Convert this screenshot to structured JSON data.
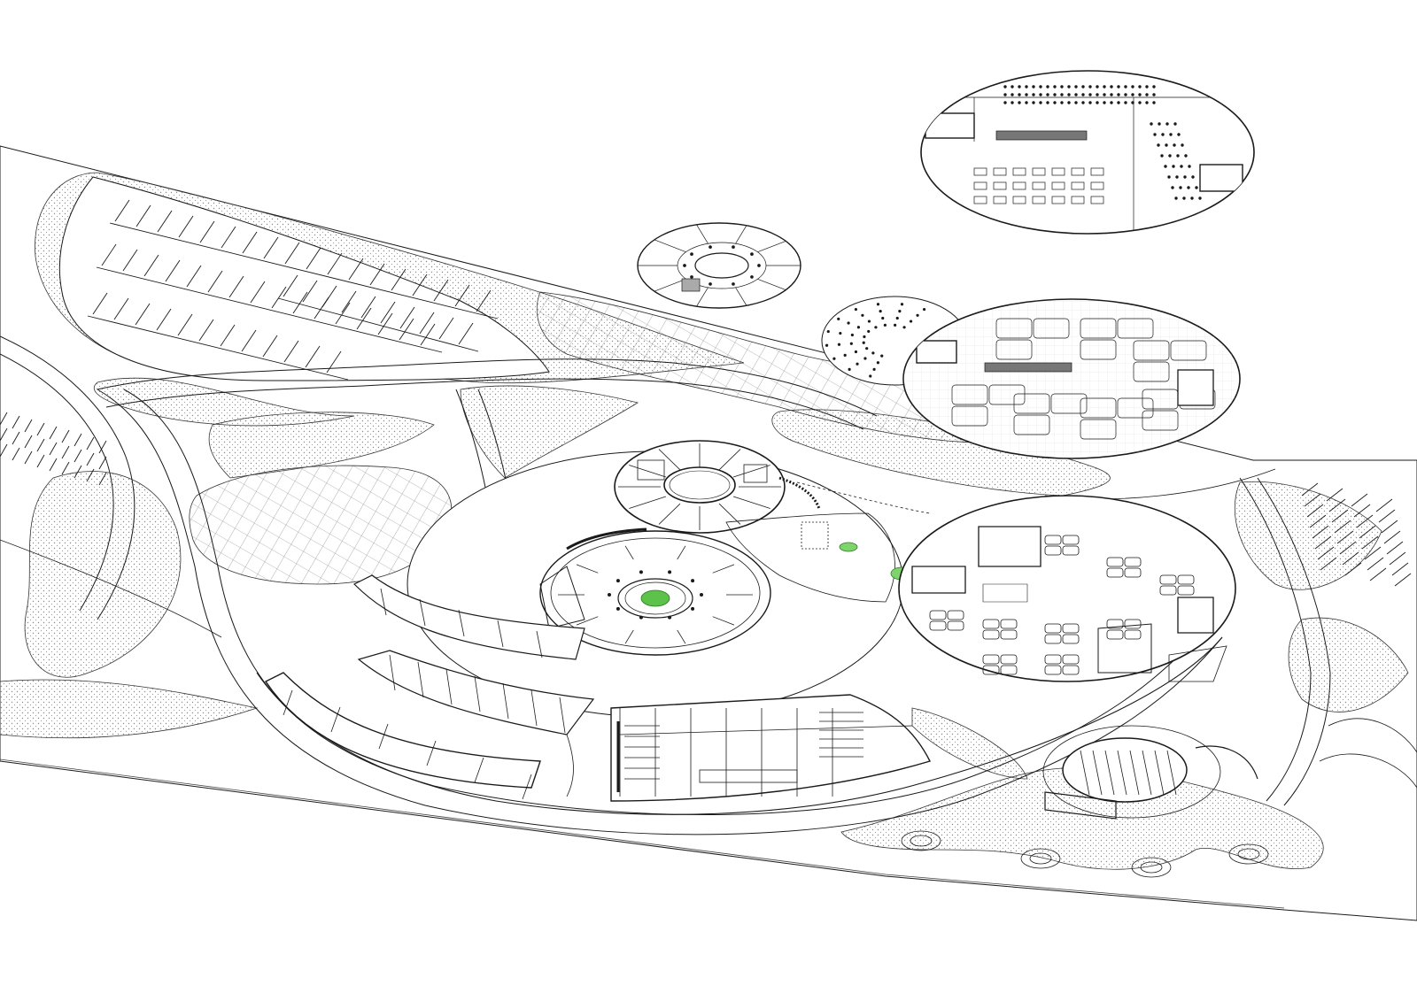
{
  "drawing": {
    "type": "axonometric architectural site plan",
    "line_color": "#1a1a1a",
    "paper_color": "#ffffff",
    "landscape_hatch_color": "#8a8a8a",
    "planting_accent_color": "#5cc24a",
    "hatch_types": [
      "stipple",
      "diagonal-crosshatch"
    ],
    "elements": {
      "site_base": "site-plan-base",
      "parking": [
        "parking-lot-northwest",
        "parking-lot-west",
        "parking-lot-east"
      ],
      "landscape": [
        "landscape-stipple-zones",
        "landscape-crosshatch-zones"
      ],
      "circulation": [
        "curved-road-loop",
        "curved-walkways"
      ],
      "buildings": [
        "central-circular-hall",
        "north-rotunda-block",
        "east-circular-hall",
        "southwest-arc-wing",
        "south-arc-wing",
        "southeast-small-rotunda"
      ],
      "floor_plan_callouts": [
        "upper-floor-plan-small",
        "upper-floor-plan-medium",
        "upper-floor-plan-large"
      ]
    }
  }
}
